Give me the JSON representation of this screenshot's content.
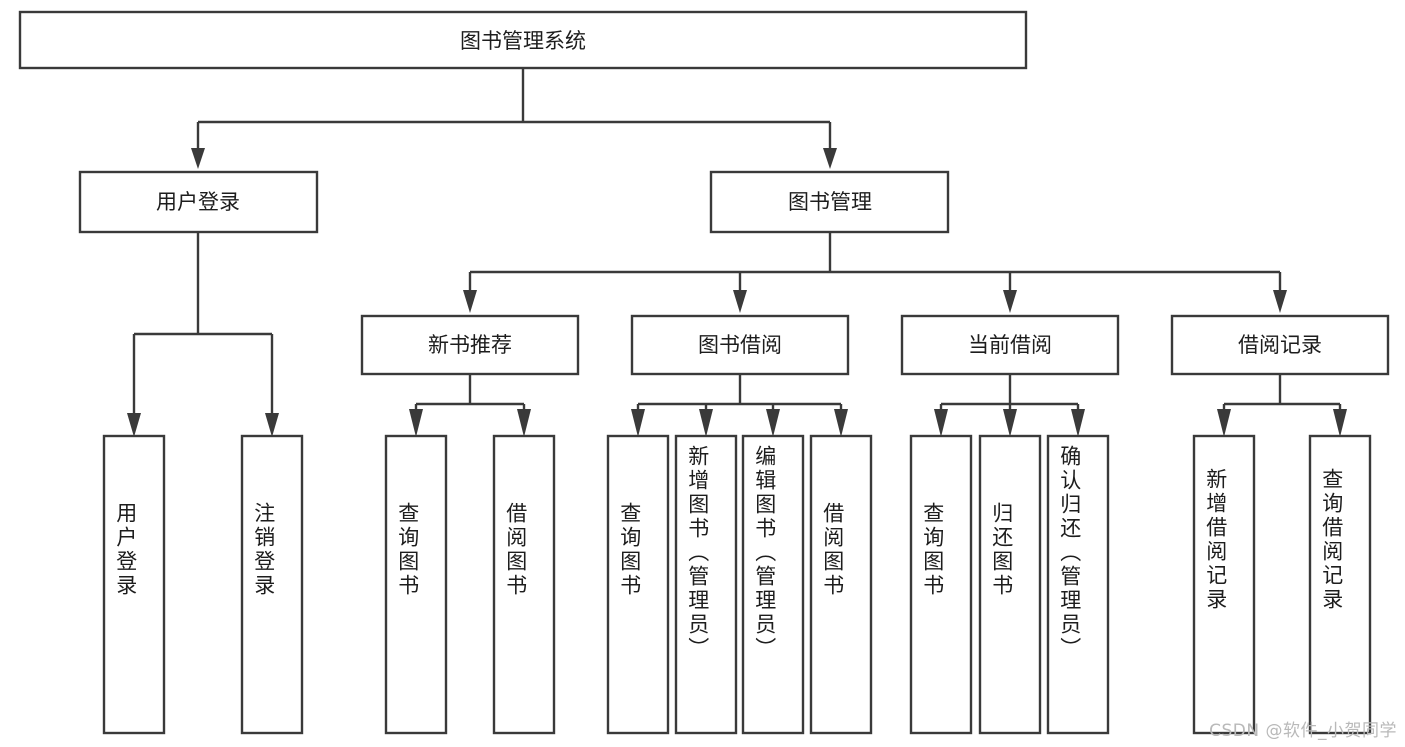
{
  "diagram": {
    "title": "图书管理系统",
    "type": "tree-hierarchy-chart",
    "root": {
      "label": "图书管理系统"
    },
    "level2": [
      {
        "label": "用户登录"
      },
      {
        "label": "图书管理"
      }
    ],
    "level3": [
      {
        "label": "新书推荐"
      },
      {
        "label": "图书借阅"
      },
      {
        "label": "当前借阅"
      },
      {
        "label": "借阅记录"
      }
    ],
    "leaves": {
      "user_login": [
        {
          "label": "用户登录"
        },
        {
          "label": "注销登录"
        }
      ],
      "new_book_recommend": [
        {
          "label": "查询图书"
        },
        {
          "label": "借阅图书"
        }
      ],
      "book_borrow": [
        {
          "label": "查询图书"
        },
        {
          "label": "新增图书（管理员）"
        },
        {
          "label": "编辑图书（管理员）"
        },
        {
          "label": "借阅图书"
        }
      ],
      "current_borrow": [
        {
          "label": "查询图书"
        },
        {
          "label": "归还图书"
        },
        {
          "label": "确认归还（管理员）"
        }
      ],
      "borrow_record": [
        {
          "label": "新增借阅记录"
        },
        {
          "label": "查询借阅记录"
        }
      ]
    }
  },
  "watermark": {
    "text": "CSDN @软件_小贺同学"
  },
  "colors": {
    "stroke": "#3a3a3a",
    "box_fill": "#ffffff",
    "text": "#1d1d1d",
    "watermark": "#b9b9b9",
    "background": "#ffffff"
  }
}
